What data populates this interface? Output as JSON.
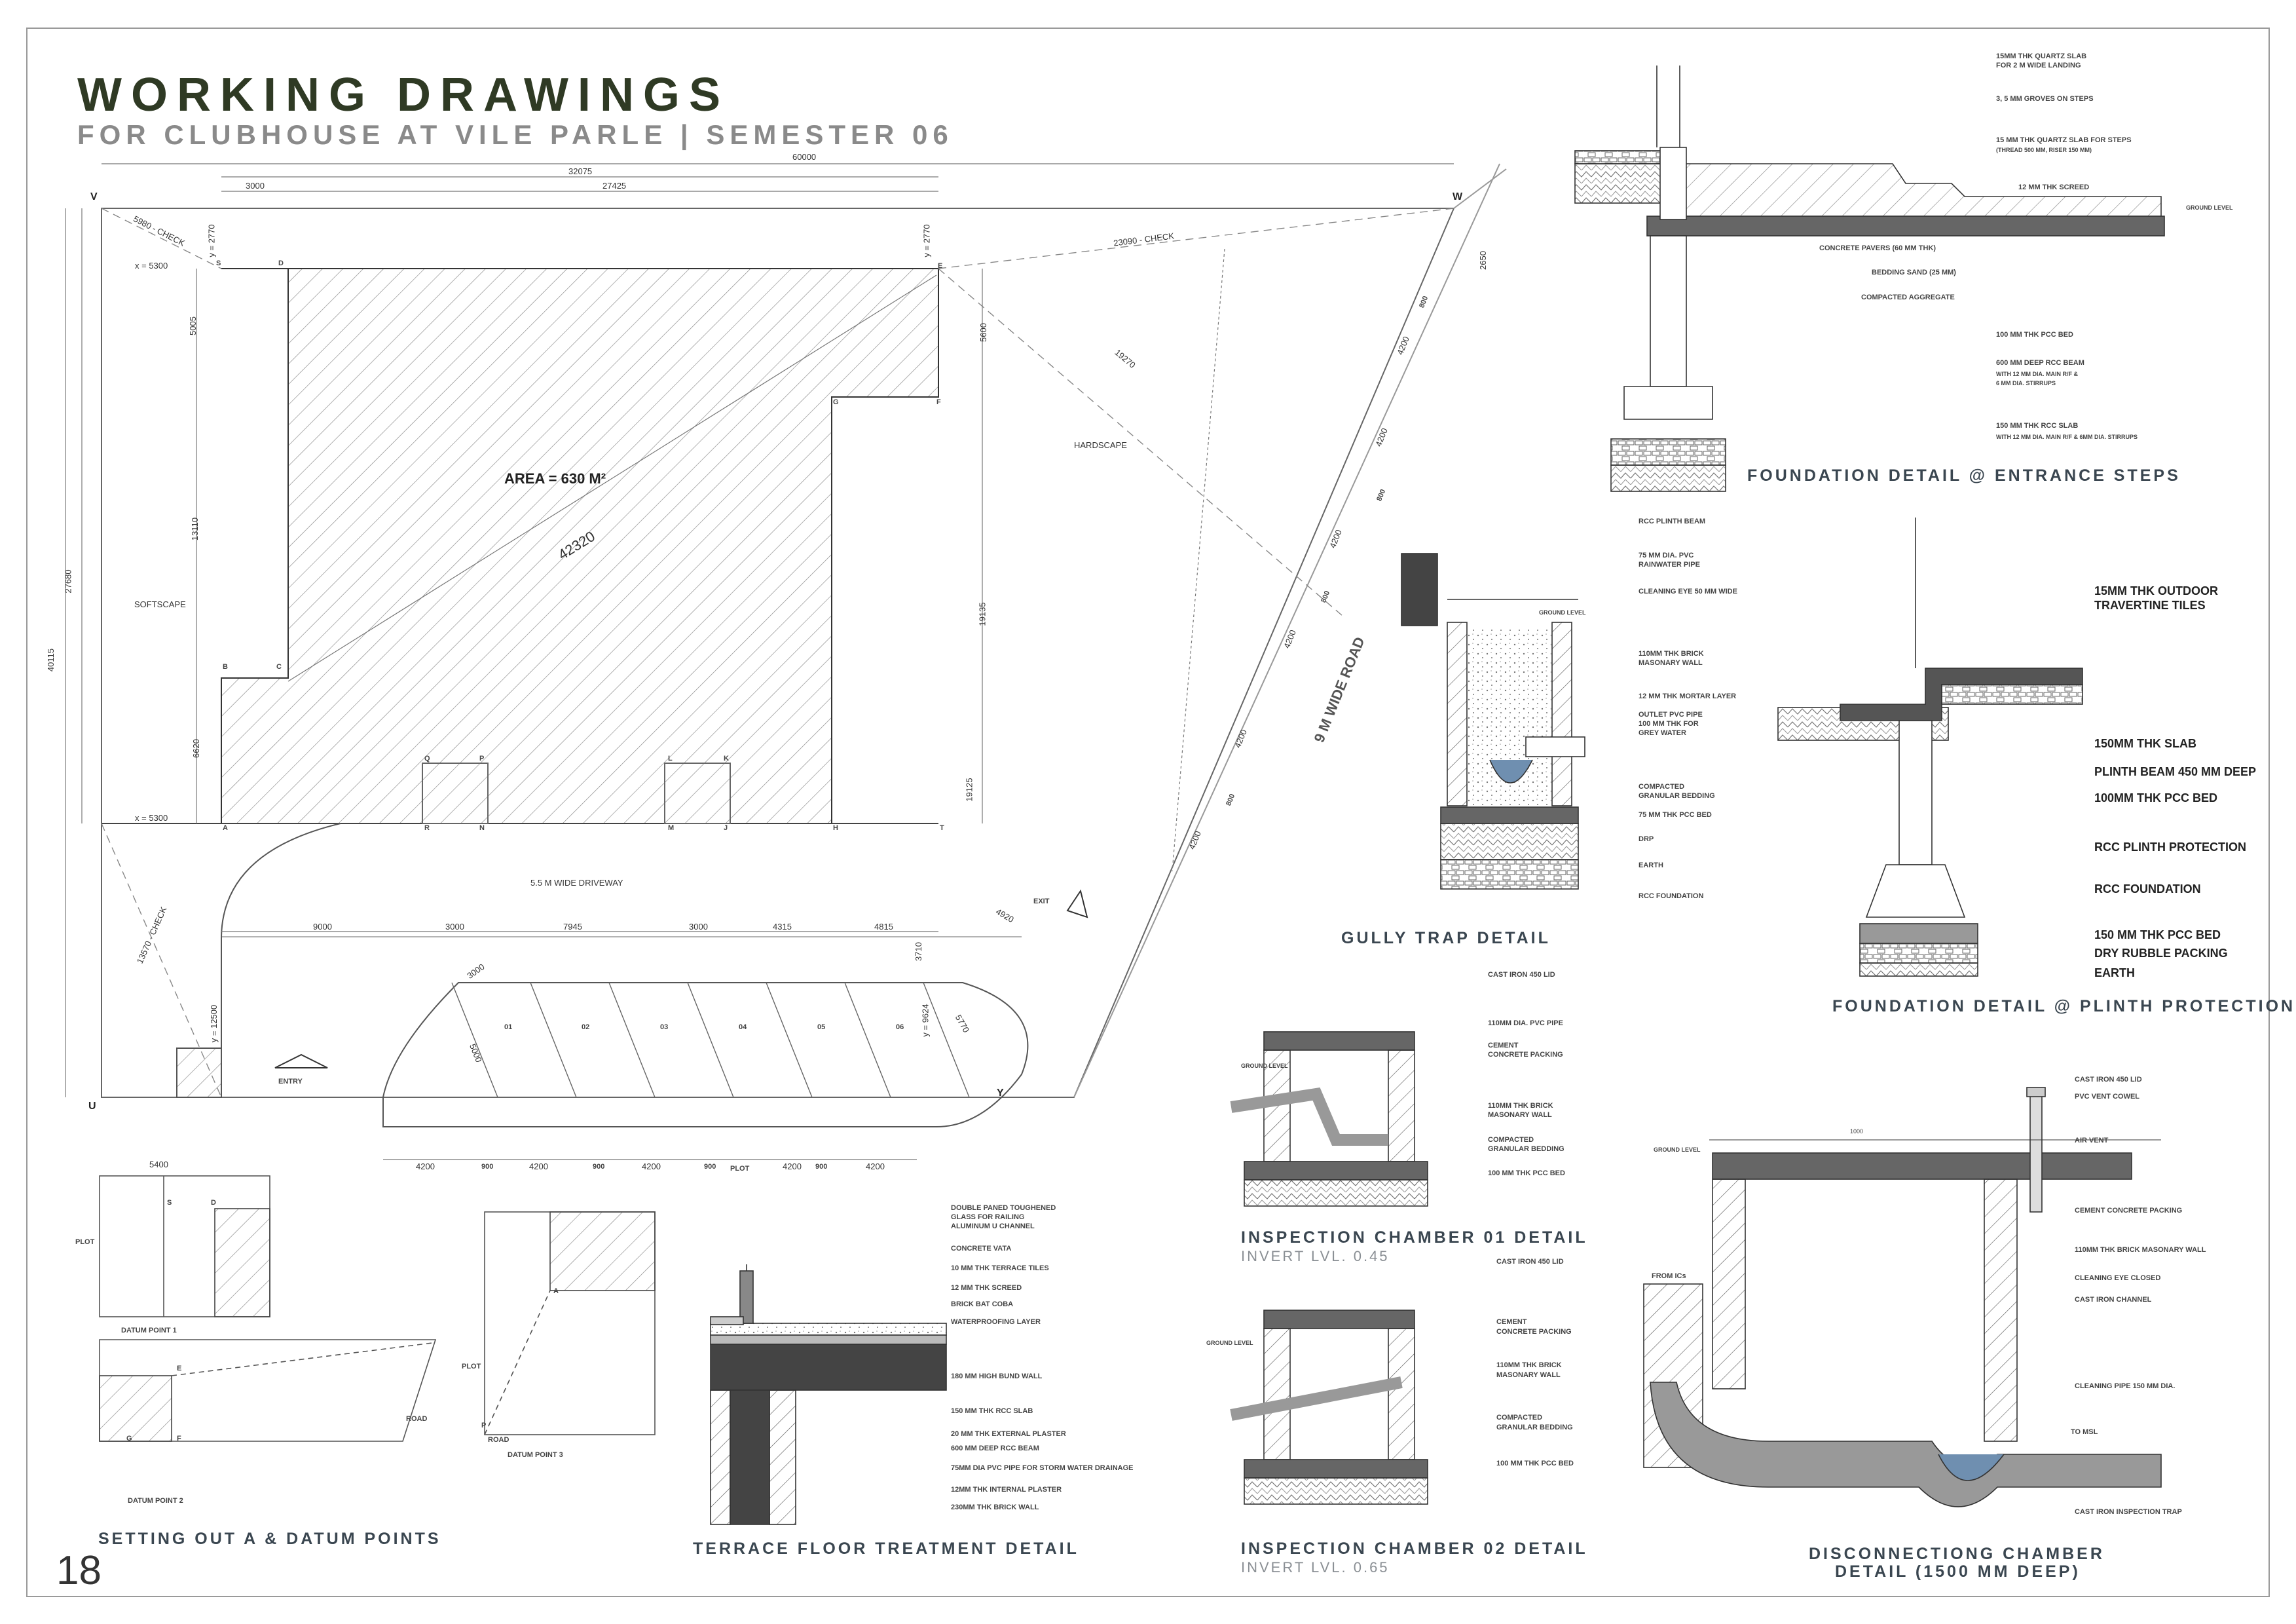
{
  "header": {
    "title": "WORKING DRAWINGS",
    "subtitle": "FOR CLUBHOUSE AT VILE PARLE | SEMESTER 06",
    "page_number": "18"
  },
  "site_plan": {
    "area_label": "AREA = 630 M²",
    "diagonal": "42320",
    "labels": {
      "softscape": "SOFTSCAPE",
      "hardscape": "HARDSCAPE",
      "driveway": "5.5 M WIDE DRIVEWAY",
      "road": "9 M WIDE ROAD",
      "entry": "ENTRY",
      "exit": "EXIT"
    },
    "corners": {
      "v": "V",
      "w": "W",
      "u": "U",
      "y": "Y"
    },
    "points": [
      "S",
      "D",
      "E",
      "G",
      "F",
      "B",
      "C",
      "A",
      "R",
      "N",
      "M",
      "J",
      "H",
      "T",
      "Q",
      "P",
      "L",
      "K"
    ],
    "top_dims": {
      "d60000": "60000",
      "d32075": "32075",
      "d27425": "27425",
      "d3000": "3000"
    },
    "checks": {
      "c1": "5980 - CHECK",
      "c2": "23090 - CHECK",
      "c3": "13570 - CHECK",
      "c4": "19270"
    },
    "coords": {
      "x1": "x = 5300",
      "x2": "x = 5300",
      "y1": "y = 2770",
      "y2": "y = 2770",
      "y3": "y = 12500",
      "y4": "y = 9624"
    },
    "side_dims": {
      "d40115": "40115",
      "d27680": "27680",
      "d5005": "5005",
      "d13110": "13110",
      "d6620": "6620",
      "d5600": "5600",
      "d19135": "19135",
      "d19125": "19125"
    },
    "road_dims": {
      "d2650": "2650",
      "d4200a": "4200",
      "d4200b": "4200",
      "d4200c": "4200",
      "d4200d": "4200",
      "d4200e": "4200",
      "d4200f": "4200",
      "d800a": "800",
      "d800b": "800",
      "d800c": "800",
      "d800d": "800"
    },
    "drive_dims": [
      "9000",
      "3000",
      "7945",
      "3000",
      "4315",
      "4815"
    ],
    "extra_dims": {
      "d4920": "4920",
      "d3710": "3710",
      "d5770": "5770"
    },
    "parking_numbers": [
      "01",
      "02",
      "03",
      "04",
      "05",
      "06"
    ],
    "parking_dims": {
      "w": "3000",
      "l": "5000"
    },
    "bottom_dims": [
      "4200",
      "900",
      "4200",
      "900",
      "4200",
      "900",
      "4200",
      "900",
      "4200"
    ],
    "bottom_label": "PLOT"
  },
  "datum": {
    "caption": "SETTING OUT A & DATUM POINTS",
    "plot_label": "PLOT",
    "road_label": "ROAD",
    "dim_5400": "5400",
    "dp1": "DATUM POINT 1",
    "dp2": "DATUM POINT 2",
    "dp3": "DATUM POINT 3",
    "pts": {
      "s": "S",
      "d": "D",
      "e": "E",
      "a": "A",
      "g": "G",
      "f": "F",
      "p": "P"
    }
  },
  "terrace": {
    "caption": "TERRACE FLOOR TREATMENT DETAIL",
    "labels": [
      "DOUBLE PANED TOUGHENED",
      "GLASS FOR RAILING",
      "ALUMINUM U CHANNEL",
      "CONCRETE VATA",
      "10 MM THK TERRACE TILES",
      "12 MM THK SCREED",
      "BRICK BAT COBA",
      "WATERPROOFING LAYER",
      "180 MM HIGH BUND WALL",
      "150 MM THK RCC SLAB",
      "20 MM THK EXTERNAL PLASTER",
      "600 MM DEEP RCC BEAM",
      "75MM DIA PVC PIPE FOR STORM WATER DRAINAGE",
      "12MM THK INTERNAL PLASTER",
      "230MM THK BRICK WALL"
    ]
  },
  "gully": {
    "caption": "GULLY TRAP DETAIL",
    "labels": [
      "RCC PLINTH BEAM",
      "75 MM DIA. PVC",
      "RAINWATER PIPE",
      "CLEANING EYE 50 MM WIDE",
      "110MM THK BRICK",
      "MASONARY WALL",
      "12 MM THK MORTAR LAYER",
      "OUTLET PVC PIPE",
      "100 MM THK FOR",
      "GREY WATER",
      "COMPACTED",
      "GRANULAR BEDDING",
      "75 MM THK PCC BED",
      "DRP",
      "EARTH",
      "RCC FOUNDATION"
    ],
    "ground": "GROUND LEVEL"
  },
  "steps": {
    "caption": "FOUNDATION DETAIL @ ENTRANCE STEPS",
    "labels": [
      "15MM THK QUARTZ SLAB",
      "FOR 2 M WIDE LANDING",
      "3, 5 MM GROVES ON STEPS",
      "15 MM THK QUARTZ SLAB FOR STEPS",
      "(THREAD 500 MM, RISER 150 MM)",
      "12 MM THK SCREED",
      "CONCRETE PAVERS (60 MM THK)",
      "BEDDING SAND (25 MM)",
      "COMPACTED AGGREGATE",
      "100 MM THK PCC BED",
      "600 MM DEEP RCC BEAM",
      "WITH 12 MM DIA. MAIN R/F &",
      "6 MM DIA. STIRRUPS",
      "150 MM THK RCC SLAB",
      "WITH 12 MM DIA. MAIN R/F & 6MM DIA. STIRRUPS"
    ],
    "ground": "GROUND LEVEL"
  },
  "plinth": {
    "caption": "FOUNDATION DETAIL @ PLINTH PROTECTION",
    "labels": [
      "15MM THK OUTDOOR",
      "TRAVERTINE TILES",
      "150MM THK SLAB",
      "PLINTH BEAM 450 MM DEEP",
      "100MM THK PCC BED",
      "RCC PLINTH PROTECTION",
      "RCC FOUNDATION",
      "150 MM THK PCC BED",
      "DRY RUBBLE PACKING",
      "EARTH"
    ]
  },
  "ic1": {
    "caption": "INSPECTION CHAMBER 01 DETAIL",
    "invert": "INVERT LVL. 0.45",
    "labels": [
      "CAST IRON 450 LID",
      "110MM DIA. PVC PIPE",
      "CEMENT",
      "CONCRETE PACKING",
      "110MM THK BRICK",
      "MASONARY WALL",
      "COMPACTED",
      "GRANULAR BEDDING",
      "100 MM THK PCC BED"
    ],
    "ground": "GROUND LEVEL"
  },
  "ic2": {
    "caption": "INSPECTION CHAMBER 02 DETAIL",
    "invert": "INVERT LVL. 0.65",
    "labels": [
      "CAST IRON 450 LID",
      "CEMENT",
      "CONCRETE PACKING",
      "110MM THK BRICK",
      "MASONARY WALL",
      "COMPACTED",
      "GRANULAR BEDDING",
      "100 MM THK PCC BED"
    ],
    "ground": "GROUND LEVEL"
  },
  "dc": {
    "caption1": "DISCONNECTIONG CHAMBER",
    "caption2": "DETAIL (1500 MM DEEP)",
    "labels": [
      "CAST IRON 450 LID",
      "PVC VENT COWEL",
      "AIR VENT",
      "CEMENT CONCRETE PACKING",
      "110MM THK BRICK MASONARY WALL",
      "CLEANING EYE CLOSED",
      "CAST IRON CHANNEL",
      "CLEANING PIPE 150 MM DIA.",
      "TO MSL",
      "CAST IRON INSPECTION TRAP"
    ],
    "from": "FROM ICs",
    "ground": "GROUND LEVEL",
    "top_dim": "1000"
  }
}
